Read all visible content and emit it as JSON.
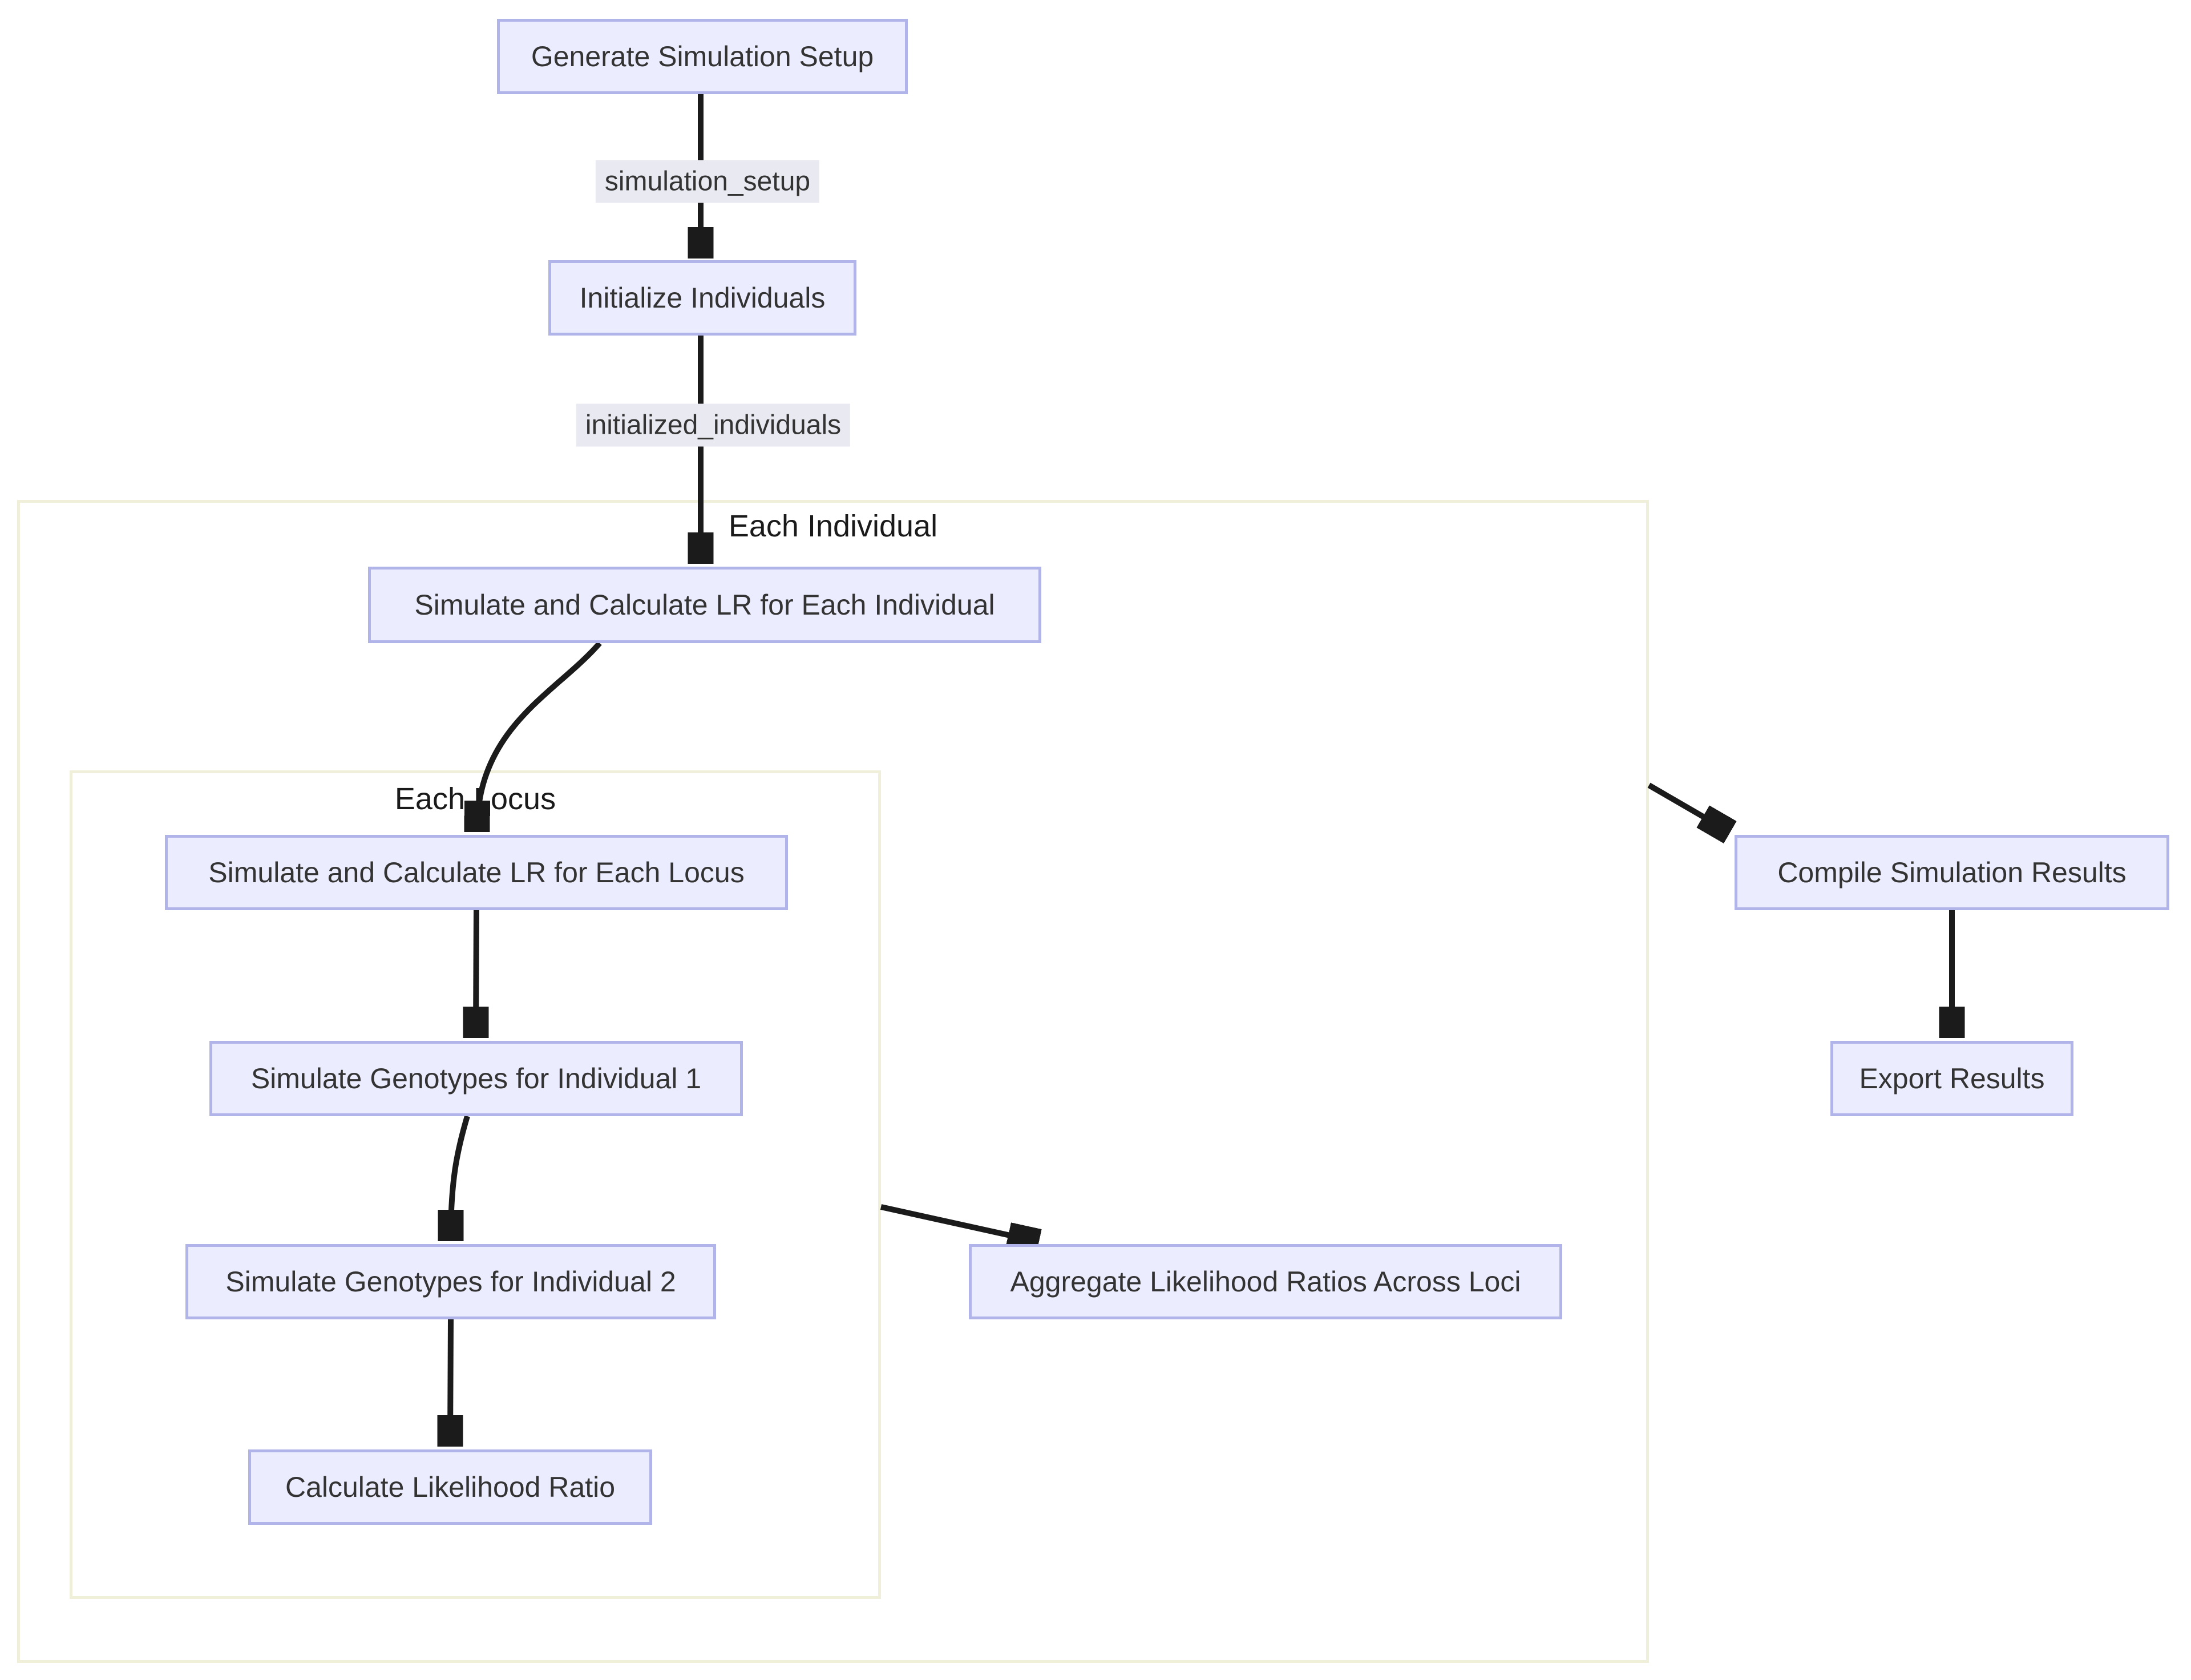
{
  "diagram": {
    "type": "flowchart",
    "direction": "top-down",
    "background": "#ffffff",
    "colors": {
      "node_fill": "#ececff",
      "node_border": "#b0b4e8",
      "cluster_border": "#f0f0da",
      "edge_color": "#1b1b1b",
      "edge_label_bg": "#e9e9f1",
      "node_text": "#333333",
      "cluster_label_text": "#1a1a1a"
    },
    "clusters": {
      "each_individual": {
        "label": "Each Individual"
      },
      "each_locus": {
        "label": "Each Locus"
      }
    },
    "nodes": {
      "generate_setup": {
        "label": "Generate Simulation Setup"
      },
      "initialize_individuals": {
        "label": "Initialize Individuals"
      },
      "simulate_each_individual": {
        "label": "Simulate and Calculate LR for Each Individual"
      },
      "simulate_each_locus": {
        "label": "Simulate and Calculate LR for Each Locus"
      },
      "simulate_genotypes_individual_1": {
        "label": "Simulate Genotypes for Individual 1"
      },
      "simulate_genotypes_individual_2": {
        "label": "Simulate Genotypes for Individual 2"
      },
      "calculate_likelihood_ratio": {
        "label": "Calculate Likelihood Ratio"
      },
      "aggregate_likelihood_ratios": {
        "label": "Aggregate Likelihood Ratios Across Loci"
      },
      "compile_results": {
        "label": "Compile Simulation Results"
      },
      "export_results": {
        "label": "Export Results"
      }
    },
    "edge_labels": {
      "simulation_setup": "simulation_setup",
      "initialized_individuals": "initialized_individuals"
    },
    "edges": [
      {
        "from": "Generate Simulation Setup",
        "to": "Initialize Individuals",
        "label": "simulation_setup"
      },
      {
        "from": "Initialize Individuals",
        "to": "Simulate and Calculate LR for Each Individual",
        "label": "initialized_individuals"
      },
      {
        "from": "Simulate and Calculate LR for Each Individual",
        "to": "Simulate and Calculate LR for Each Locus",
        "label": ""
      },
      {
        "from": "Simulate and Calculate LR for Each Locus",
        "to": "Simulate Genotypes for Individual 1",
        "label": ""
      },
      {
        "from": "Simulate Genotypes for Individual 1",
        "to": "Simulate Genotypes for Individual 2",
        "label": ""
      },
      {
        "from": "Simulate Genotypes for Individual 2",
        "to": "Calculate Likelihood Ratio",
        "label": ""
      },
      {
        "from": "Each Locus subgraph",
        "to": "Aggregate Likelihood Ratios Across Loci",
        "label": ""
      },
      {
        "from": "Each Individual subgraph",
        "to": "Compile Simulation Results",
        "label": ""
      },
      {
        "from": "Compile Simulation Results",
        "to": "Export Results",
        "label": ""
      }
    ]
  }
}
